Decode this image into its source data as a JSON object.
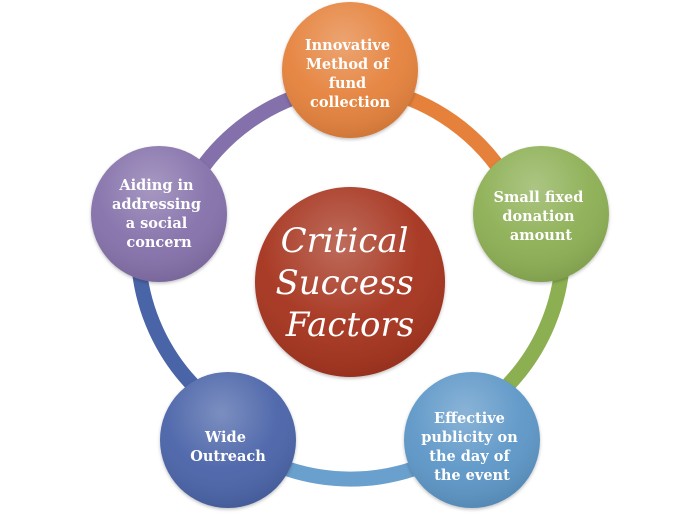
{
  "center": {
    "title_lines": [
      "Critical",
      "Success",
      "Factors"
    ],
    "color": "#a5301a"
  },
  "nodes": [
    {
      "id": "innovative-method",
      "lines": [
        "Innovative",
        "Method of",
        "fund",
        "collection"
      ],
      "color": "#e5813a"
    },
    {
      "id": "small-fixed-donation",
      "lines": [
        "Small fixed",
        "donation",
        "amount"
      ],
      "color": "#8caf52"
    },
    {
      "id": "effective-publicity",
      "lines": [
        "Effective",
        "publicity on",
        "the day of",
        "the event"
      ],
      "color": "#5b96c7"
    },
    {
      "id": "wide-outreach",
      "lines": [
        "Wide",
        "Outreach"
      ],
      "color": "#4a64a8"
    },
    {
      "id": "aiding-social-concern",
      "lines": [
        "Aiding in",
        "addressing",
        "a social",
        "concern"
      ],
      "color": "#8470aa"
    }
  ],
  "connectors": [
    {
      "id": "top-to-right",
      "color": "#e5813a"
    },
    {
      "id": "right-to-bottom-right",
      "color": "#8caf52"
    },
    {
      "id": "bottom-right-to-bottom-left",
      "color": "#6aa0cd"
    },
    {
      "id": "bottom-left-to-left",
      "color": "#4a64a8"
    },
    {
      "id": "left-to-top",
      "color": "#8470aa"
    }
  ]
}
